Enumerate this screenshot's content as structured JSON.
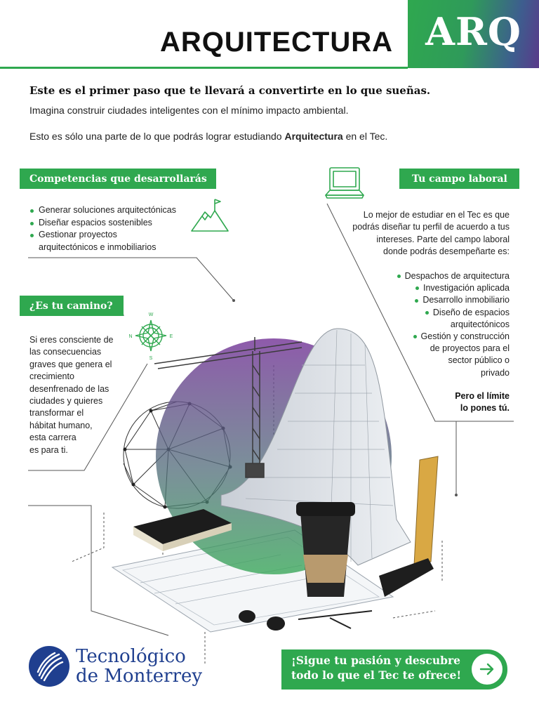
{
  "header": {
    "title": "ARQUITECTURA",
    "badge": "ARQ"
  },
  "intro": {
    "headline": "Este es el primer paso que te llevará a convertirte en lo que sueñas.",
    "line1": "Imagina construir ciudades inteligentes con el mínimo impacto ambiental.",
    "line2_before": "Esto es sólo una parte de lo que podrás lograr estudiando ",
    "line2_bold": "Arquitectura",
    "line2_after": " en el Tec."
  },
  "competencias": {
    "title": "Competencias que desarrollarás",
    "items": [
      "Generar soluciones arquitectónicas",
      "Diseñar espacios sostenibles",
      "Gestionar proyectos",
      "arquitectónicos e inmobiliarios"
    ]
  },
  "camino": {
    "title": "¿Es tu camino?",
    "lines": [
      "Si eres consciente de",
      "las consecuencias",
      "graves que genera el",
      "crecimiento",
      "desenfrenado de las",
      "ciudades y quieres",
      "transformar el",
      "hábitat humano,",
      "esta carrera",
      "es para ti."
    ]
  },
  "campo": {
    "title": "Tu campo laboral",
    "lines": [
      "Lo mejor de estudiar en el Tec es que",
      "podrás diseñar tu perfil de acuerdo a tus",
      "intereses. Parte del campo laboral",
      "donde podrás desempeñarte es:"
    ],
    "items": [
      {
        "text": "Despachos de arquitectura",
        "bullet": true
      },
      {
        "text": "Investigación aplicada",
        "bullet": true
      },
      {
        "text": "Desarrollo inmobiliario",
        "bullet": true
      },
      {
        "text": "Diseño de espacios",
        "bullet": true
      },
      {
        "text": "arquitectónicos",
        "bullet": false
      },
      {
        "text": "Gestión y construcción",
        "bullet": true
      },
      {
        "text": "de proyectos para el",
        "bullet": false
      },
      {
        "text": "sector público o",
        "bullet": false
      },
      {
        "text": "privado",
        "bullet": false
      }
    ],
    "limit_line1": "Pero el límite",
    "limit_line2": "lo pones tú."
  },
  "compass": {
    "n": "N",
    "s": "S",
    "e": "E",
    "w": "W"
  },
  "logo": {
    "line1": "Tecnológico",
    "line2": "de Monterrey"
  },
  "cta": {
    "line1": "¡Sigue tu pasión y descubre",
    "line2": "todo lo que el Tec te ofrece!"
  },
  "colors": {
    "accent_green": "#2fa84f",
    "brand_blue": "#1f3f8f",
    "purple": "#6a3a8e"
  },
  "icons": [
    "mountain-flag-icon",
    "laptop-icon",
    "compass-rose-icon",
    "arrow-right-icon"
  ]
}
